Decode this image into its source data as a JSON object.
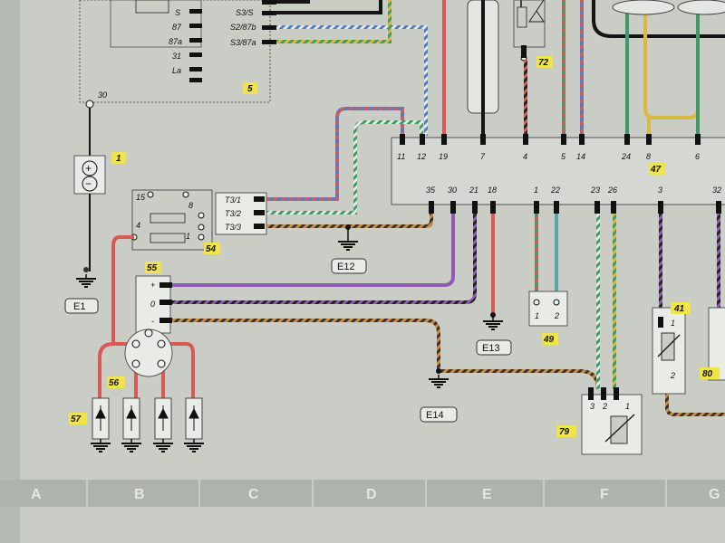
{
  "diagram": {
    "relay": {
      "pins": [
        "S",
        "87",
        "87a",
        "31",
        "La"
      ],
      "pin30": "30",
      "right_pins": [
        "S3/S",
        "S2/87b",
        "S3/87a"
      ],
      "label": "5"
    },
    "battery": {
      "label": "1",
      "plus": "+",
      "minus": "−"
    },
    "ground_e1": "E1",
    "switch54": {
      "label": "54",
      "terms": [
        "T3/1",
        "T3/2",
        "T3/3"
      ],
      "left_nums": [
        "15",
        "4",
        "1"
      ],
      "small_num": "8"
    },
    "ground_e12": "E12",
    "fuse": {
      "label": "72"
    },
    "ecu": {
      "label": "47",
      "top_pins": [
        "11",
        "12",
        "19",
        "7",
        "4",
        "5",
        "14",
        "24",
        "8",
        "6"
      ],
      "bottom_pins": [
        "35",
        "30",
        "21",
        "18",
        "1",
        "22",
        "23",
        "26",
        "3",
        "32"
      ]
    },
    "switch55": {
      "label": "55",
      "terms": [
        "+",
        "0",
        "-"
      ]
    },
    "ground_e13": "E13",
    "ground_e14": "E14",
    "conn49": {
      "label": "49",
      "pins": [
        "1",
        "2"
      ]
    },
    "sensor41": {
      "label": "41",
      "pins": [
        "1",
        "2"
      ]
    },
    "comp80": {
      "label": "80"
    },
    "sensor79": {
      "label": "79",
      "pins": [
        "3",
        "2",
        "1"
      ]
    },
    "switch56": {
      "label": "56"
    },
    "lamps57": {
      "label": "57"
    },
    "grid_columns": [
      "A",
      "B",
      "C",
      "D",
      "E",
      "F",
      "G"
    ],
    "colors": {
      "background": "#c9cdc6",
      "wire_red": "#d75a55",
      "wire_purple": "#8f5bb4",
      "wire_blue": "#4a7fc7",
      "wire_green": "#3f9a6a",
      "wire_yellow": "#d9b93e",
      "wire_black": "#151515",
      "wire_orange": "#cf8b3b",
      "label_yellow": "#f1e44a"
    }
  }
}
